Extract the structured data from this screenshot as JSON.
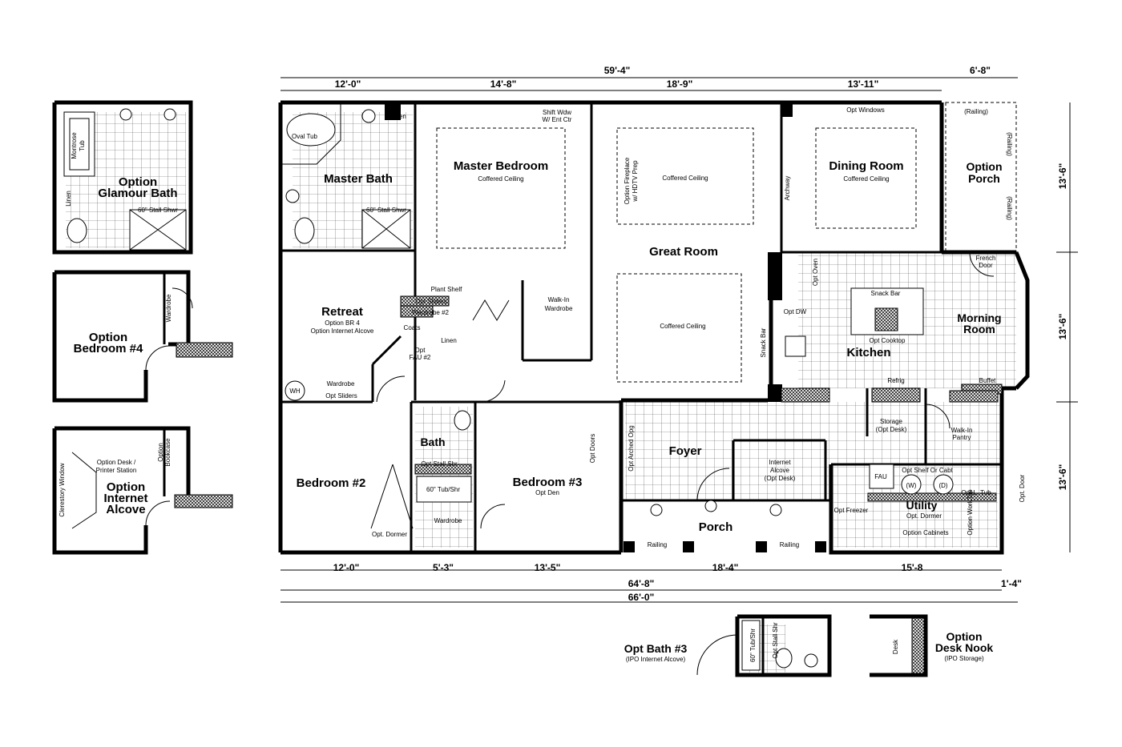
{
  "rooms": {
    "master_bedroom": "Master Bedroom",
    "master_bath": "Master Bath",
    "great_room": "Great Room",
    "dining_room": "Dining Room",
    "option_porch_1": "Option",
    "option_porch_2": "Porch",
    "retreat": "Retreat",
    "kitchen": "Kitchen",
    "morning_room_1": "Morning",
    "morning_room_2": "Room",
    "foyer": "Foyer",
    "porch": "Porch",
    "utility": "Utility",
    "bedroom2": "Bedroom #2",
    "bedroom3": "Bedroom #3",
    "bath": "Bath"
  },
  "notes": {
    "coffered_ceiling": "Coffered Ceiling",
    "shift_wdw_1": "Shift Wdw",
    "shift_wdw_2": "W/ Ent Ctr",
    "oval_tub": "Oval Tub",
    "linen": "Linen",
    "stall_shwr": "60\" Stall Shwr",
    "opt_windows": "Opt Windows",
    "railing": "(Railing)",
    "archway": "Archway",
    "opt_fireplace_1": "Option Fireplace",
    "opt_fireplace_2": "w/ HDTV Prep",
    "french_door_1": "French",
    "french_door_2": "Door",
    "opt_oven": "Opt Oven",
    "snack_bar": "Snack Bar",
    "opt_dw": "Opt DW",
    "opt_cooktop": "Opt Cooktop",
    "refrig": "Refrig",
    "buffet": "Buffet",
    "retreat_sub1": "Option BR 4",
    "retreat_sub2": "Option Internet Alcove",
    "plant_shelf": "Plant Shelf",
    "opt_sliders": "Opt Sliders",
    "wardrobe2": "Wardrobe #2",
    "coats": "Coats",
    "opt_fau_1": "Opt",
    "opt_fau_2": "FAU #2",
    "walkin_wardrobe_1": "Walk-In",
    "walkin_wardrobe_2": "Wardrobe",
    "wh": "WH",
    "wardrobe": "Wardrobe",
    "storage_1": "Storage",
    "storage_2": "(Opt Desk)",
    "walkin_pantry_1": "Walk-In",
    "walkin_pantry_2": "Pantry",
    "opt_doors": "Opt Doors",
    "opt_arched_opg": "Opt Arched Opg",
    "internet_alcove_1": "Internet",
    "internet_alcove_2": "Alcove",
    "internet_alcove_3": "(Opt Desk)",
    "fau": "FAU",
    "opt_shelf": "Opt Shelf Or Cabt",
    "w": "(W)",
    "d": "(D)",
    "opt_l_tub": "Opt L. Tub",
    "opt_dormer": "Opt. Dormer",
    "option_worktop": "Option WorkTop",
    "opt_freezer": "Opt Freezer",
    "option_cabinets": "Option Cabinets",
    "opt_door": "Opt. Door",
    "opt_stall_shr": "Opt Stall Shr",
    "tub_shr": "60\" Tub/Shr",
    "opt_den": "Opt Den",
    "opt_dormer2": "Opt. Dormer",
    "railing_plain": "Railing"
  },
  "dimensions": {
    "top_total": "59'-4\"",
    "top_porch": "6'-8\"",
    "top_1": "12'-0\"",
    "top_2": "14'-8\"",
    "top_3": "18'-9\"",
    "top_4": "13'-11\"",
    "bot_1": "12'-0\"",
    "bot_2": "5'-3\"",
    "bot_3": "13'-5\"",
    "bot_4": "18'-4\"",
    "bot_5": "15'-8",
    "bot_sub": "64'-8\"",
    "bot_extra": "1'-4\"",
    "bot_total": "66'-0\"",
    "right_1": "13'-6\"",
    "right_2": "13'-6\"",
    "right_3": "13'-6\""
  },
  "options": {
    "glamour_bath_1": "Option",
    "glamour_bath_2": "Glamour Bath",
    "montrose_tub_1": "Montrose",
    "montrose_tub_2": "Tub",
    "bedroom4_1": "Option",
    "bedroom4_2": "Bedroom #4",
    "internet_alcove_1": "Option",
    "internet_alcove_2": "Internet",
    "internet_alcove_3": "Alcove",
    "opt_desk_1": "Option Desk /",
    "opt_desk_2": "Printer Station",
    "opt_bookcase_1": "Option",
    "opt_bookcase_2": "Bookcase",
    "clerestory": "Clerestory Window",
    "opt_bath3": "Opt Bath #3",
    "opt_bath3_sub": "(IPO Internet Alcove)",
    "desk_nook_1": "Option",
    "desk_nook_2": "Desk Nook",
    "desk_nook_sub": "(IPO Storage)",
    "desk": "Desk"
  }
}
